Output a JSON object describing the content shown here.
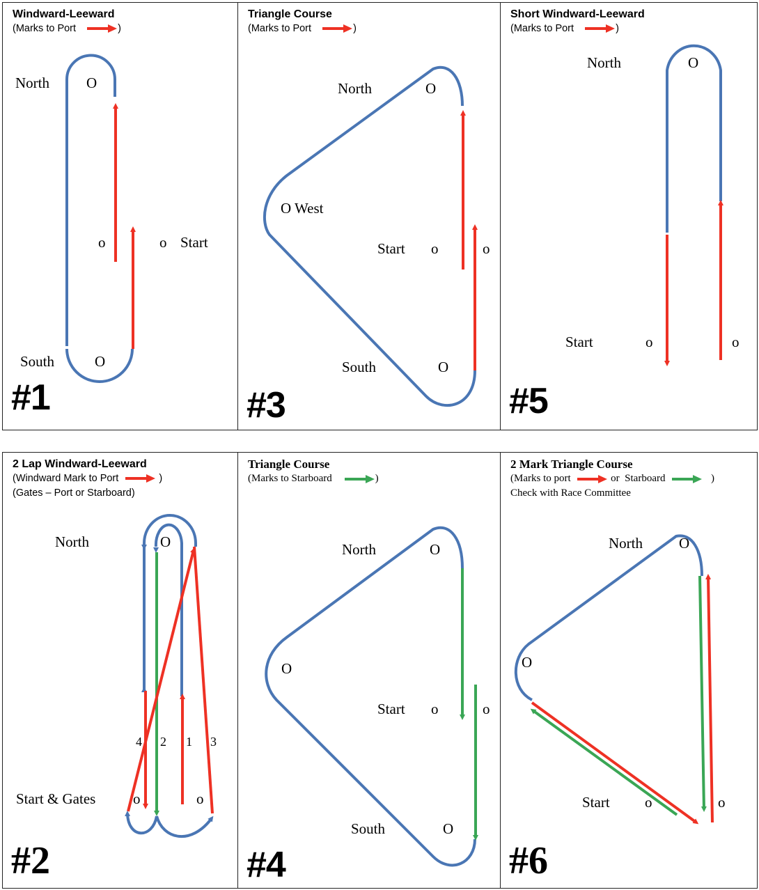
{
  "colors": {
    "course_blue": "#4a76b4",
    "port_red": "#ee3124",
    "starboard_green": "#3aa655",
    "border": "#222222"
  },
  "panels": {
    "p1": {
      "title": "Windward-Leeward",
      "subtitle_prefix": "(Marks to Port",
      "subtitle_suffix": ")",
      "number": "#1",
      "labels": {
        "north": "North",
        "north_mark": "O",
        "south": "South",
        "south_mark": "O",
        "start_pin": "o",
        "start_boat": "o",
        "start": "Start"
      }
    },
    "p3": {
      "title": "Triangle Course",
      "subtitle_prefix": "(Marks to Port",
      "subtitle_suffix": ")",
      "number": "#3",
      "labels": {
        "north": "North",
        "north_mark": "O",
        "west": "O  West",
        "start": "Start",
        "start_pin": "o",
        "start_boat": "o",
        "south": "South",
        "south_mark": "O"
      }
    },
    "p5": {
      "title": "Short Windward-Leeward",
      "subtitle_prefix": "(Marks to Port",
      "subtitle_suffix": ")",
      "number": "#5",
      "labels": {
        "north": "North",
        "north_mark": "O",
        "start": "Start",
        "start_pin": "o",
        "start_boat": "o"
      }
    },
    "p2": {
      "title": "2 Lap Windward-Leeward",
      "subtitle_prefix": "(Windward Mark to Port",
      "subtitle_suffix": ")",
      "subtitle2": "(Gates – Port or Starboard)",
      "number": "#2",
      "labels": {
        "north": "North",
        "north_mark": "O",
        "start_gates": "Start & Gates",
        "gate_left": "o",
        "gate_right": "o",
        "leg4": "4",
        "leg2": "2",
        "leg1": "1",
        "leg3": "3"
      }
    },
    "p4": {
      "title": "Triangle Course",
      "subtitle_prefix": "(Marks to Starboard",
      "subtitle_suffix": ")",
      "number": "#4",
      "labels": {
        "north": "North",
        "north_mark": "O",
        "west_mark": "O",
        "start": "Start",
        "start_pin": "o",
        "start_boat": "o",
        "south": "South",
        "south_mark": "O"
      }
    },
    "p6": {
      "title": "2 Mark Triangle Course",
      "subtitle_prefix": "(Marks to port",
      "subtitle_mid": "or  Starboard",
      "subtitle_suffix": ")",
      "subtitle2": "Check with Race Committee",
      "number": "#6",
      "labels": {
        "north": "North",
        "north_mark": "O",
        "west_mark": "O",
        "start": "Start",
        "start_pin": "o",
        "start_boat": "o"
      }
    }
  }
}
